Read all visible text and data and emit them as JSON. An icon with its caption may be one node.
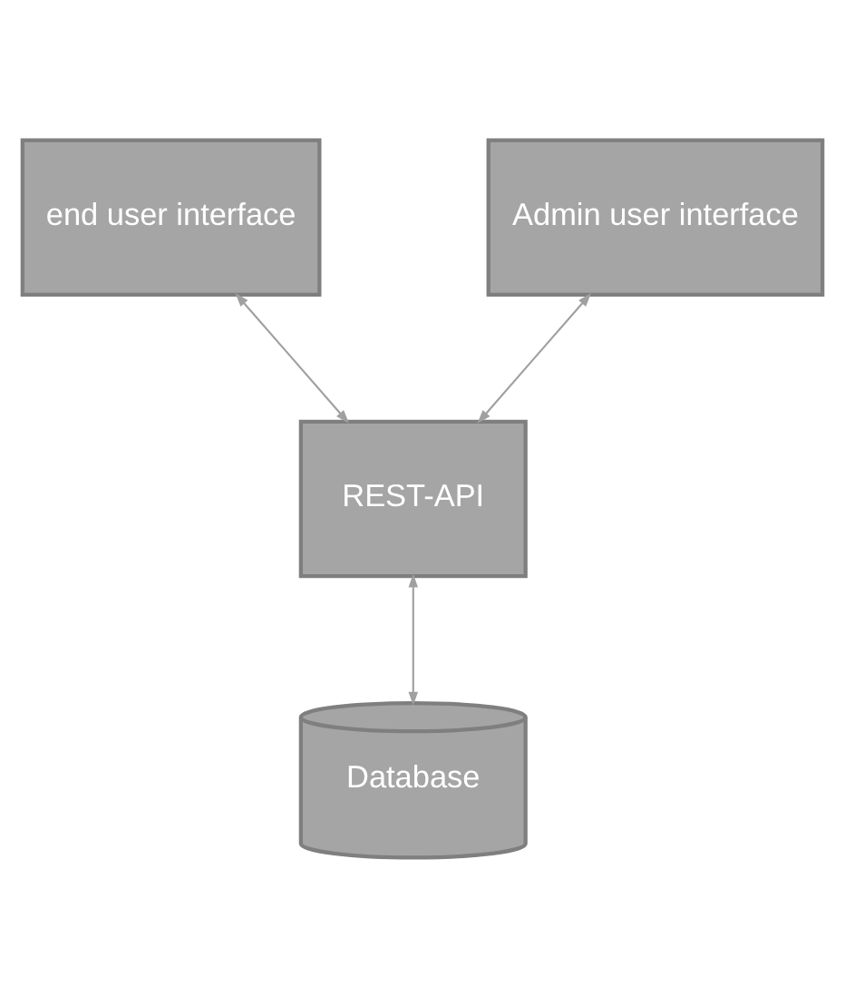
{
  "diagram": {
    "nodes": [
      {
        "text": [
          "end user interface"
        ]
      },
      {
        "text": [
          "Admin user interface"
        ]
      },
      {
        "text": [
          "REST-API"
        ]
      },
      {
        "text": [
          "Database"
        ]
      }
    ],
    "edges": [
      {
        "from": 0,
        "to": 2,
        "arrow": "both"
      },
      {
        "from": 1,
        "to": 2,
        "arrow": "both"
      },
      {
        "from": 2,
        "to": 3,
        "arrow": "both"
      }
    ]
  }
}
